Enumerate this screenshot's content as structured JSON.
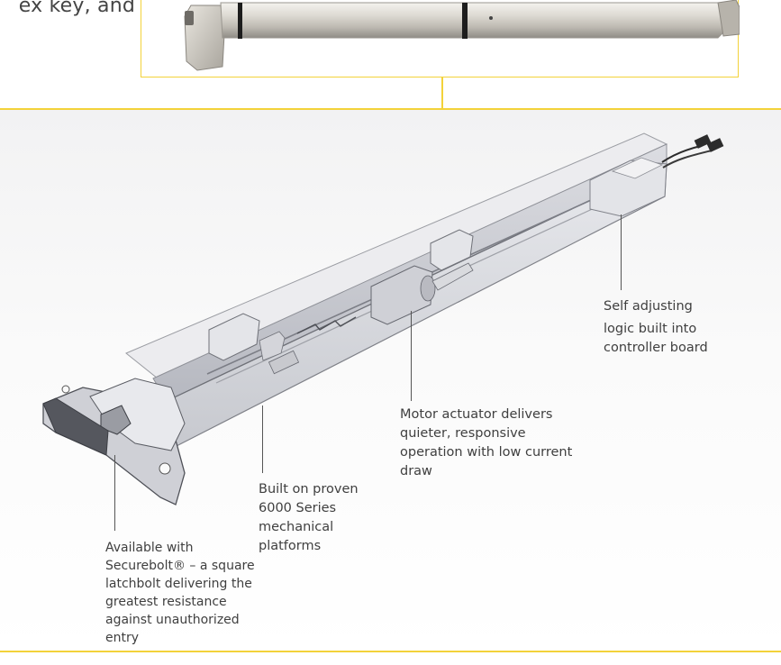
{
  "header": {
    "partial_text": "ex key, and"
  },
  "callouts": {
    "self_adjusting": {
      "line1": "Self adjusting",
      "line2": "logic built into controller board"
    },
    "motor": "Motor actuator delivers quieter, responsive operation with low current draw",
    "built_on": "Built on proven 6000 Series mechanical platforms",
    "securebolt": "Available with Securebolt® – a square latchbolt delivering the greatest resistance against unauthorized entry"
  },
  "colors": {
    "accent": "#f3d23a",
    "text": "#3f3f3f",
    "leader": "#555555"
  }
}
